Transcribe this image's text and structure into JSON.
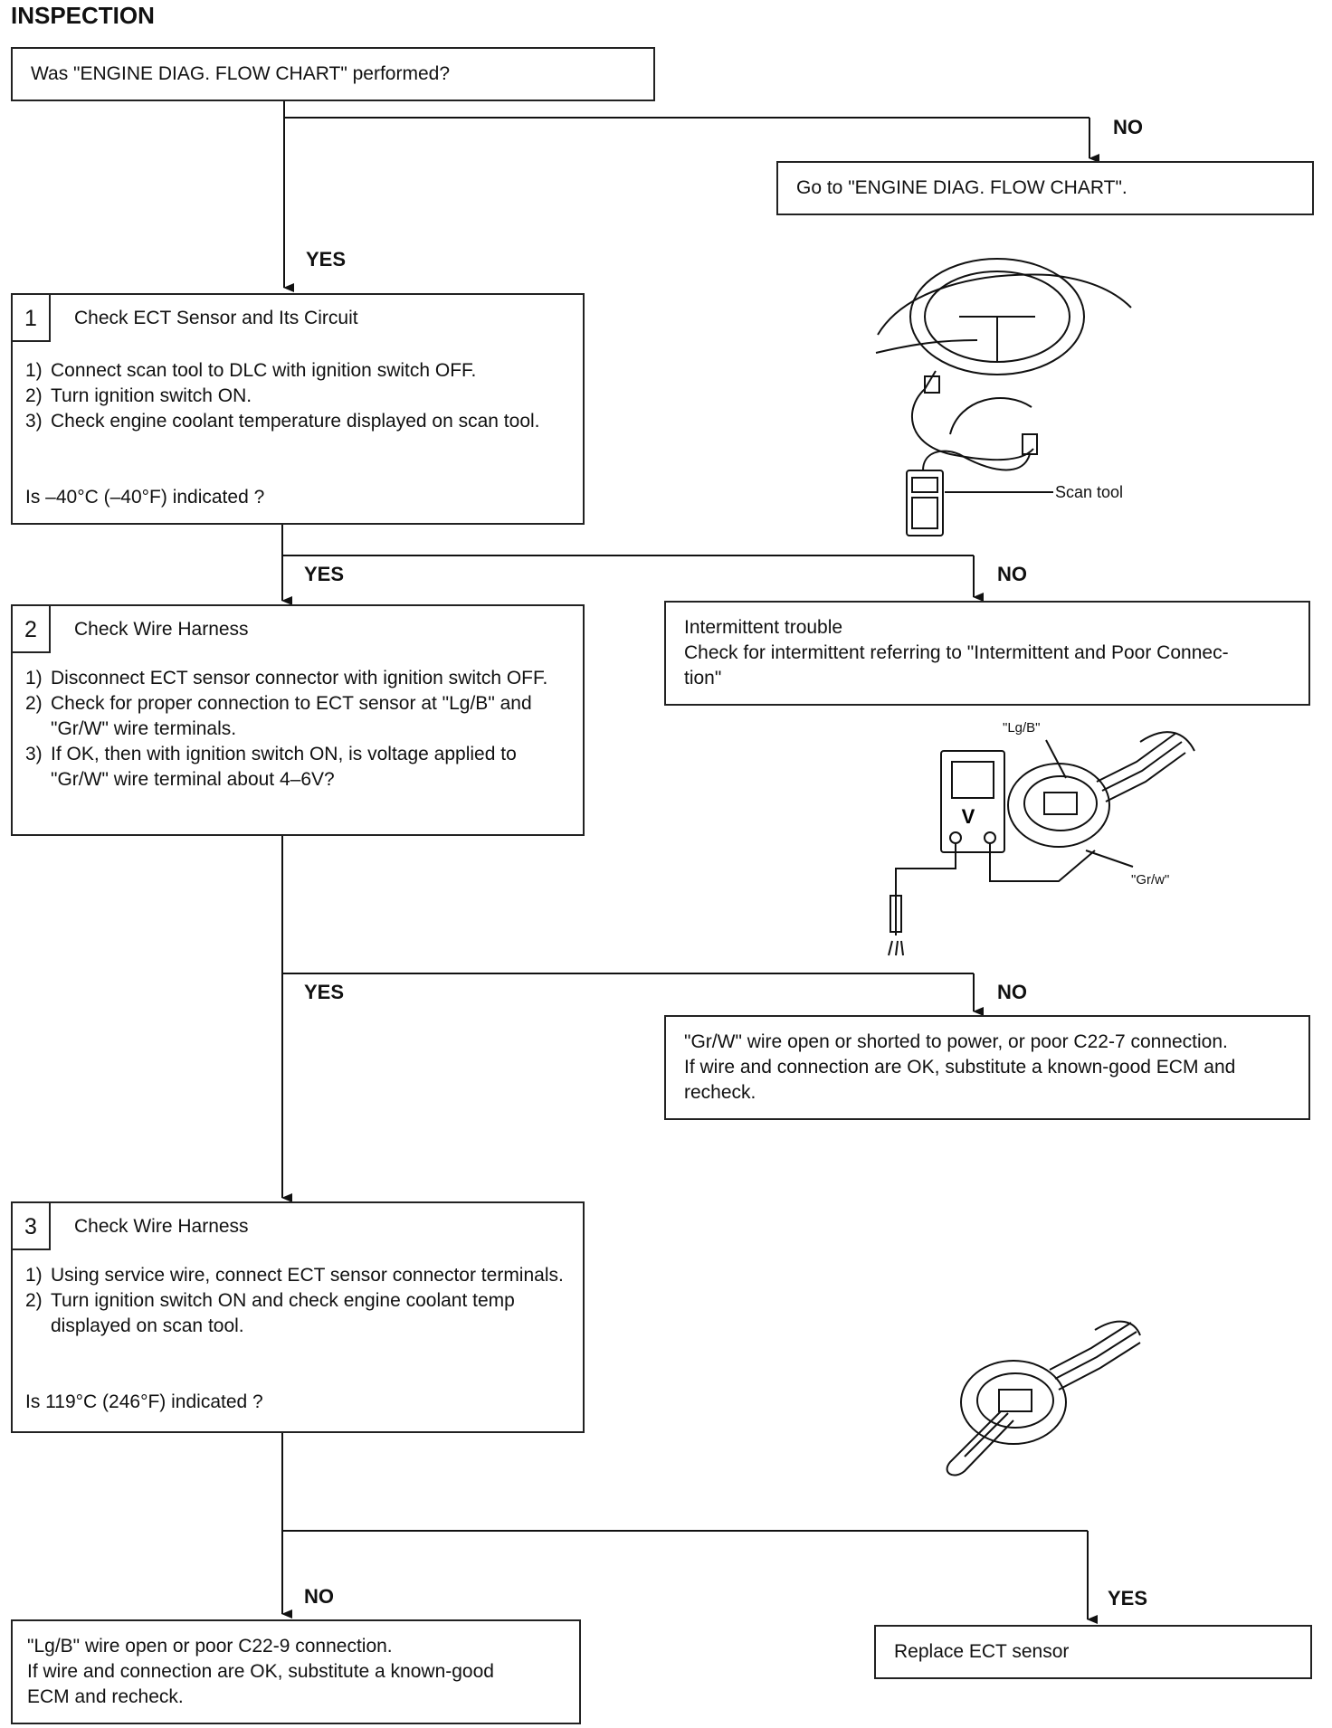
{
  "title": "INSPECTION",
  "start": {
    "text": "Was \"ENGINE DIAG. FLOW CHART\" performed?"
  },
  "goto": {
    "text": "Go to \"ENGINE DIAG. FLOW CHART\"."
  },
  "labels": {
    "yes": "YES",
    "no": "NO"
  },
  "step1": {
    "number": "1",
    "heading": "Check ECT Sensor and Its Circuit",
    "items": [
      {
        "n": "1)",
        "text": "Connect scan tool to DLC with ignition switch OFF."
      },
      {
        "n": "2)",
        "text": "Turn ignition switch ON."
      },
      {
        "n": "3)",
        "text": "Check engine coolant temperature displayed on scan tool."
      }
    ],
    "question": "Is –40°C (–40°F) indicated ?"
  },
  "intermittent": {
    "line1": "Intermittent trouble",
    "line2": "Check for intermittent referring to \"Intermittent and Poor Connec-",
    "line3": "tion\""
  },
  "step2": {
    "number": "2",
    "heading": "Check Wire Harness",
    "items": [
      {
        "n": "1)",
        "text": "Disconnect ECT sensor connector with ignition switch OFF."
      },
      {
        "n": "2)",
        "text": "Check for proper connection to ECT sensor at \"Lg/B\" and \"Gr/W\" wire terminals."
      },
      {
        "n": "3)",
        "text": "If OK, then with ignition switch ON, is voltage applied to \"Gr/W\" wire terminal about 4–6V?"
      }
    ]
  },
  "grw_result": {
    "line1": "\"Gr/W\" wire open or shorted to power, or poor C22-7 connection.",
    "line2": "If wire and connection are OK, substitute a known-good ECM and",
    "line3": "recheck."
  },
  "step3": {
    "number": "3",
    "heading": "Check Wire Harness",
    "items": [
      {
        "n": "1)",
        "text": "Using service wire, connect ECT sensor connector terminals."
      },
      {
        "n": "2)",
        "text": "Turn ignition switch ON and check engine coolant temp displayed on scan tool."
      }
    ],
    "question": "Is 119°C (246°F) indicated ?"
  },
  "lgb_result": {
    "line1": "\"Lg/B\" wire open or poor C22-9 connection.",
    "line2": "If wire and connection are OK, substitute a known-good",
    "line3": "ECM and recheck."
  },
  "replace": {
    "text": "Replace ECT sensor"
  },
  "illustrations": {
    "scan_tool_label": "Scan tool",
    "lgb_label": "\"Lg/B\"",
    "grw_label": "\"Gr/w\"",
    "meter_symbol": "V"
  }
}
